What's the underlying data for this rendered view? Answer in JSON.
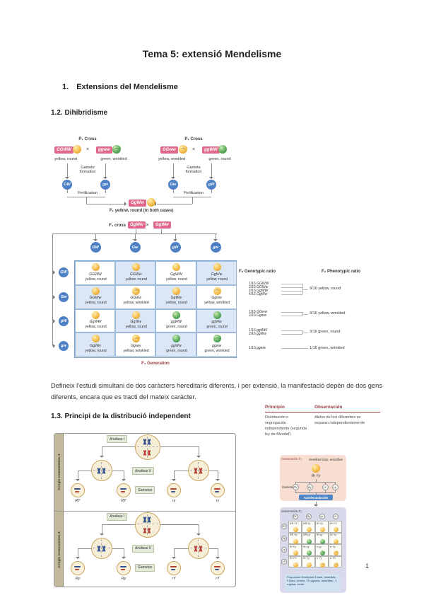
{
  "page": {
    "title": "Tema 5: extensió Mendelisme",
    "heading_number": "1.",
    "heading_text": "Extensions del Mendelisme",
    "section_12": "1.2. Dihibridisme",
    "paragraph": "Defineix l'estudi simultani de dos caràcters hereditaris diferents, i per extensió, la manifestació depèn de dos gens diferents, encara que es tracti del mateix caràcter.",
    "section_13": "1.3. Principi de la distribució independent",
    "page_number": "1"
  },
  "dihybrid": {
    "cross_sign": "×",
    "crosses": [
      {
        "title": "P₁ Cross",
        "p1_genotype": "GGWW",
        "p1_phenotype": "yellow, round",
        "p1_pea": "yellow-round",
        "p2_genotype": "ggww",
        "p2_phenotype": "green, wrinkled",
        "p2_pea": "green-wrinkled",
        "gamete_formation": "Gamete formation",
        "gametes": [
          "GW",
          "gw"
        ],
        "fertilization": "Fertilization"
      },
      {
        "title": "P₁ Cross",
        "p1_genotype": "GGww",
        "p1_phenotype": "yellow, wrinkled",
        "p1_pea": "yellow-wrinkled",
        "p2_genotype": "ggWW",
        "p2_phenotype": "green, round",
        "p2_pea": "green-round",
        "gamete_formation": "Gamete formation",
        "gametes": [
          "Gw",
          "gW"
        ],
        "fertilization": "Fertilization"
      }
    ],
    "f1_genotype": "GgWw",
    "f1_caption": "F₁ yellow, round (in both cases)",
    "f1_cross_label": "F₁ cross",
    "f1_cross_genotypes": [
      "GgWw",
      "GgWw"
    ],
    "top_gametes": [
      "GW",
      "Gw",
      "gW",
      "gw"
    ],
    "side_gametes": [
      "GW",
      "Gw",
      "gW",
      "gw"
    ],
    "punnett": [
      [
        {
          "g": "GGWW",
          "ph": "yellow, round",
          "pea": "yellow-round"
        },
        {
          "g": "GGWw",
          "ph": "yellow, round",
          "pea": "yellow-round"
        },
        {
          "g": "GgWW",
          "ph": "yellow, round",
          "pea": "yellow-round"
        },
        {
          "g": "GgWw",
          "ph": "yellow, round",
          "pea": "yellow-round"
        }
      ],
      [
        {
          "g": "GGWw",
          "ph": "yellow, round",
          "pea": "yellow-round"
        },
        {
          "g": "GGww",
          "ph": "yellow, wrinkled",
          "pea": "yellow-wrinkled"
        },
        {
          "g": "GgWw",
          "ph": "yellow, round",
          "pea": "yellow-round"
        },
        {
          "g": "Ggww",
          "ph": "yellow, wrinkled",
          "pea": "yellow-wrinkled"
        }
      ],
      [
        {
          "g": "GgWW",
          "ph": "yellow, round",
          "pea": "yellow-round"
        },
        {
          "g": "GgWw",
          "ph": "yellow, round",
          "pea": "yellow-round"
        },
        {
          "g": "ggWW",
          "ph": "green, round",
          "pea": "green-round"
        },
        {
          "g": "ggWw",
          "ph": "green, round",
          "pea": "green-round"
        }
      ],
      [
        {
          "g": "GgWw",
          "ph": "yellow, round",
          "pea": "yellow-round"
        },
        {
          "g": "Ggww",
          "ph": "yellow, wrinkled",
          "pea": "yellow-wrinkled"
        },
        {
          "g": "ggWw",
          "ph": "green, round",
          "pea": "green-round"
        },
        {
          "g": "ggww",
          "ph": "green, wrinkled",
          "pea": "green-wrinkled"
        }
      ]
    ],
    "f2_caption": "F₂ Generation",
    "genotypic_header": "F₂ Genotypic ratio",
    "phenotypic_header": "F₂ Phenotypic ratio",
    "ratios": [
      {
        "genotypes": [
          [
            "1/16",
            "GGWW"
          ],
          [
            "2/16",
            "GGWw"
          ],
          [
            "2/16",
            "GgWW"
          ],
          [
            "4/16",
            "GgWw"
          ]
        ],
        "phenotype": "9/16 yellow, round"
      },
      {
        "genotypes": [
          [
            "1/16",
            "GGww"
          ],
          [
            "2/16",
            "Ggww"
          ]
        ],
        "phenotype": "3/16 yellow, wrinkled"
      },
      {
        "genotypes": [
          [
            "1/16",
            "ggWW"
          ],
          [
            "2/16",
            "ggWw"
          ]
        ],
        "phenotype": "3/16 green, round"
      },
      {
        "genotypes": [
          [
            "1/16",
            "ggww"
          ]
        ],
        "phenotype": "1/16 green, wrinkled"
      }
    ]
  },
  "principle_table": {
    "headers": [
      "Principio",
      "Observación"
    ],
    "row": [
      "Distribución o segregación independiente (segunda ley de Mendel)",
      "Alelos de loci diferentes se separan independientemente"
    ]
  },
  "assortment": {
    "panels": [
      {
        "side_label": "Arreglo cromosómico 1",
        "anafase1": "Anafase I",
        "anafase2": "Anafase II",
        "gametos": "Gametos",
        "gamete_labels": [
          "RY",
          "RY",
          "ry",
          "ry"
        ]
      },
      {
        "side_label": "Arreglo cromosómico 2",
        "anafase1": "Anafase I",
        "anafase2": "Anafase II",
        "gametos": "Gametos",
        "gamete_labels": [
          "Ry",
          "Ry",
          "rY",
          "rY"
        ]
      }
    ]
  },
  "f2figure": {
    "f1_label": "Generación F₁",
    "f1_phenotype": "Semillas lisas, amarillas",
    "f1_genotype": "Rr Yy",
    "gametes_label": "Gametos",
    "f1_gametes": [
      "RY",
      "Ry",
      "rY",
      "ry"
    ],
    "button": "Autofecundación",
    "f2_label": "Generación F₂",
    "top_gametes": [
      "RY",
      "Ry",
      "ry",
      "rY"
    ],
    "side_gametes": [
      "RY",
      "Ry",
      "ry",
      "rY"
    ],
    "cells": [
      [
        {
          "g": "RR YY",
          "pea": "yellow-round"
        },
        {
          "g": "RR Yy",
          "pea": "yellow-round"
        },
        {
          "g": "Rr Yy",
          "pea": "yellow-round"
        },
        {
          "g": "Rr YY",
          "pea": "yellow-round"
        }
      ],
      [
        {
          "g": "RR Yy",
          "pea": "yellow-round"
        },
        {
          "g": "RR yy",
          "pea": "green-round"
        },
        {
          "g": "Rr yy",
          "pea": "green-round"
        },
        {
          "g": "Rr Yy",
          "pea": "yellow-round"
        }
      ],
      [
        {
          "g": "Rr Yy",
          "pea": "yellow-round"
        },
        {
          "g": "Rr yy",
          "pea": "green-round"
        },
        {
          "g": "rr yy",
          "pea": "green-wrinkled"
        },
        {
          "g": "rr Yy",
          "pea": "yellow-wrinkled"
        }
      ],
      [
        {
          "g": "Rr YY",
          "pea": "yellow-round"
        },
        {
          "g": "Rr Yy",
          "pea": "yellow-round"
        },
        {
          "g": "rr Yy",
          "pea": "yellow-wrinkled"
        },
        {
          "g": "rr YY",
          "pea": "yellow-wrinkled"
        }
      ]
    ],
    "ratio_caption": "Proporción fenotípica 9 lisas, amarillas : 3 lisas, verdes : 3 rugosas, amarillas : 1 rugosa, verde"
  },
  "colors": {
    "chip_pink": "#e0688b",
    "gamete_blue": "#4d80c4",
    "punnett_shade": "#dbe7f6",
    "punnett_border": "#6fa0cf",
    "maroon": "#943a43",
    "button_blue": "#4f86c6",
    "stage_green": "#e3ead9",
    "strip_tan": "#c2b99d",
    "pink_box": "#f7ddd2",
    "lavender_box": "#d9d9ec",
    "caption_blue": "#cfe2f2",
    "pea_yellow": "#f3bb4a",
    "pea_yellow_dark": "#db8f22",
    "pea_green": "#5aad5a",
    "pea_green_dark": "#2f7d3d",
    "chromosome_blue": "#33508f",
    "chromosome_red": "#b5423a"
  }
}
